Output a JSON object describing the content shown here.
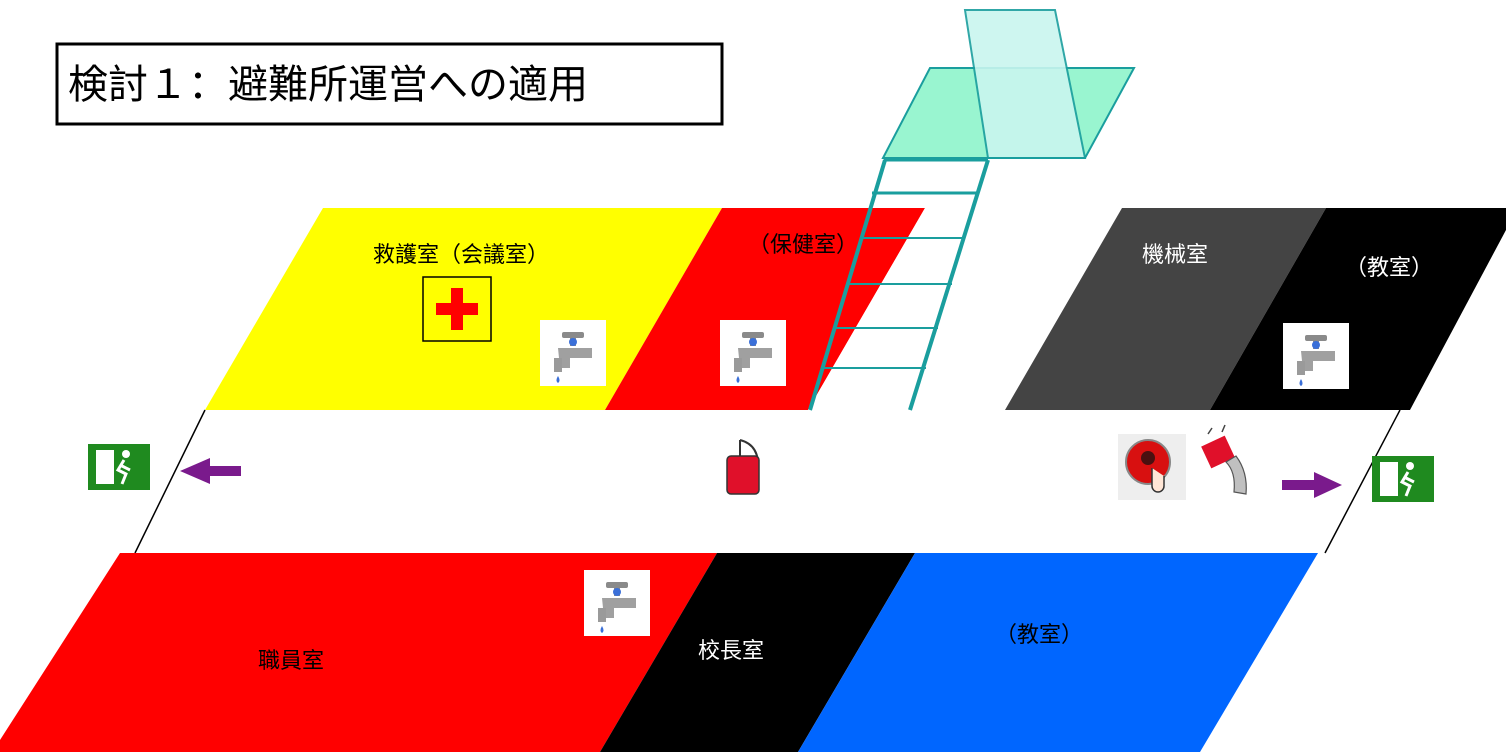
{
  "title": "検討１：避難所運営への適用",
  "rooms": {
    "aid_room": "救護室（会議室）",
    "health_room": "（保健室）",
    "machine_room": "機械室",
    "classroom_top_right": "（教室）",
    "staff_room": "職員室",
    "principal_room": "校長室",
    "classroom_bottom": "（教室）"
  },
  "icons": {
    "first_aid": "red-cross-icon",
    "faucet": "water-faucet-icon",
    "emergency_exit": "emergency-exit-icon",
    "evacuation_arrow": "arrow-icon",
    "fire_extinguisher": "fire-extinguisher-icon",
    "alarm_button": "fire-alarm-button-icon",
    "fire_hose": "fire-hose-icon",
    "rooftop_ladder": "ladder-icon"
  },
  "colors": {
    "aid_room": "#ffff00",
    "health_room": "#ff0000",
    "machine_room": "#444444",
    "classroom_top_right": "#000000",
    "staff_room": "#ff0000",
    "principal_room": "#000000",
    "classroom_bottom": "#0066ff",
    "ladder": "#1a9e9e",
    "roof": "#99f5d0",
    "exit_sign": "#1f8a1f",
    "arrow": "#7a1a8c"
  }
}
